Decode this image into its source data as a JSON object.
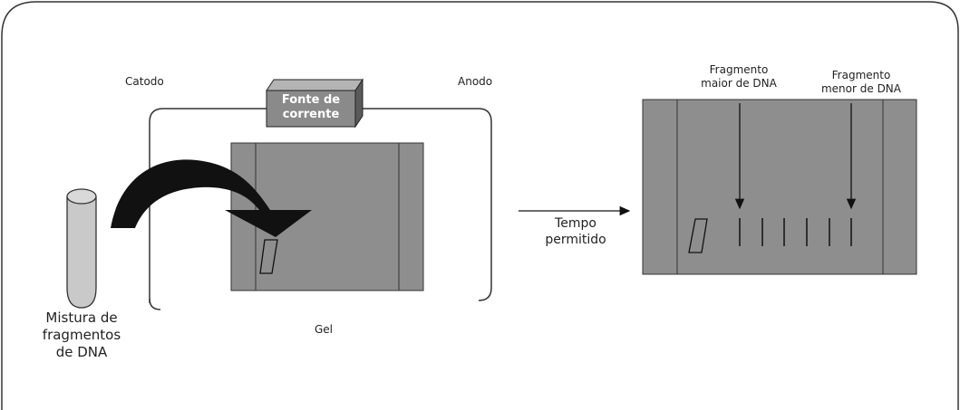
{
  "labels": {
    "catodo": "Catodo",
    "anodo": "Anodo",
    "fonte_line1": "Fonte de",
    "fonte_line2": "corrente",
    "gel": "Gel",
    "mixture_line1": "Mistura de",
    "mixture_line2": "fragmentos",
    "mixture_line3": "de DNA",
    "time_line1": "Tempo",
    "time_line2": "permitido",
    "larger_line1": "Fragmento",
    "larger_line2": "maior de DNA",
    "smaller_line1": "Fragmento",
    "smaller_line2": "menor de DNA"
  },
  "colors": {
    "gel_fill": "#8e8e8e",
    "gel_dark": "#6f6f6f",
    "box_front": "#8a8a8a",
    "box_top": "#b4b4b4",
    "box_side": "#5a5a5a",
    "tube_fill": "#c9c9c9",
    "arrow_fill": "#111111",
    "frame_border": "#333333"
  }
}
